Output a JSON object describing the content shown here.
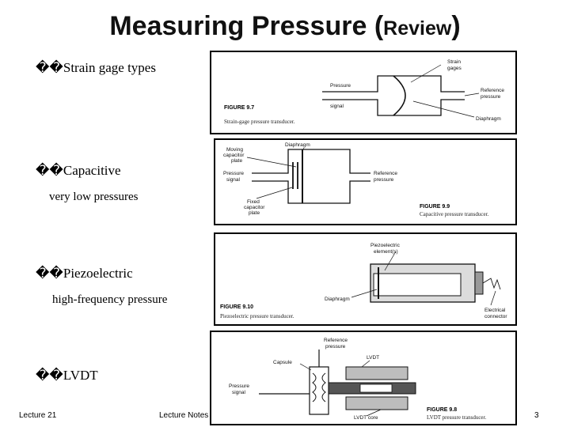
{
  "title": {
    "main": "Measuring Pressure (",
    "small": "Review",
    "close": ")"
  },
  "bullets": [
    {
      "marker": "��",
      "text": "Strain gage types",
      "note": ""
    },
    {
      "marker": "��",
      "text": "Capacitive",
      "note": "very low pressures"
    },
    {
      "marker": "��",
      "text": "Piezoelectric",
      "note": "high-frequency pressure"
    },
    {
      "marker": "��",
      "text": "LVDT",
      "note": ""
    }
  ],
  "footer": {
    "left": "Lecture 21",
    "center": "Lecture Notes",
    "page": "3"
  },
  "figures": {
    "strain": {
      "labels": {
        "gages": [
          "Strain",
          "gages"
        ],
        "signal": [
          "Pressure",
          "signal"
        ],
        "reference": [
          "Reference",
          "pressure"
        ],
        "diaphragm": "Diaphragm"
      },
      "caption": "FIGURE 9.7",
      "subcaption": "Strain-gage pressure transducer."
    },
    "capacitive": {
      "labels": {
        "moving": [
          "Moving",
          "capacitor",
          "plate"
        ],
        "diaphragm": "Diaphragm",
        "signal": [
          "Pressure",
          "signal"
        ],
        "reference": [
          "Reference",
          "pressure"
        ],
        "fixed": [
          "Fixed",
          "capacitor",
          "plate"
        ]
      },
      "caption": "FIGURE 9.9",
      "subcaption": "Capacitive pressure transducer."
    },
    "piezo": {
      "labels": {
        "element": [
          "Piezoelectric",
          "element(s)"
        ],
        "diaphragm": "Diaphragm",
        "connector": [
          "Electrical",
          "connector"
        ]
      },
      "caption": "FIGURE 9.10",
      "subcaption": "Piezoelectric pressure transducer."
    },
    "lvdt": {
      "labels": {
        "reference": [
          "Reference",
          "pressure"
        ],
        "capsule": "Capsule",
        "lvdt": "LVDT",
        "signal": [
          "Pressure",
          "signal"
        ],
        "core": "LVDT core"
      },
      "caption": "FIGURE 9.8",
      "subcaption": "LVDT pressure transducer."
    }
  }
}
